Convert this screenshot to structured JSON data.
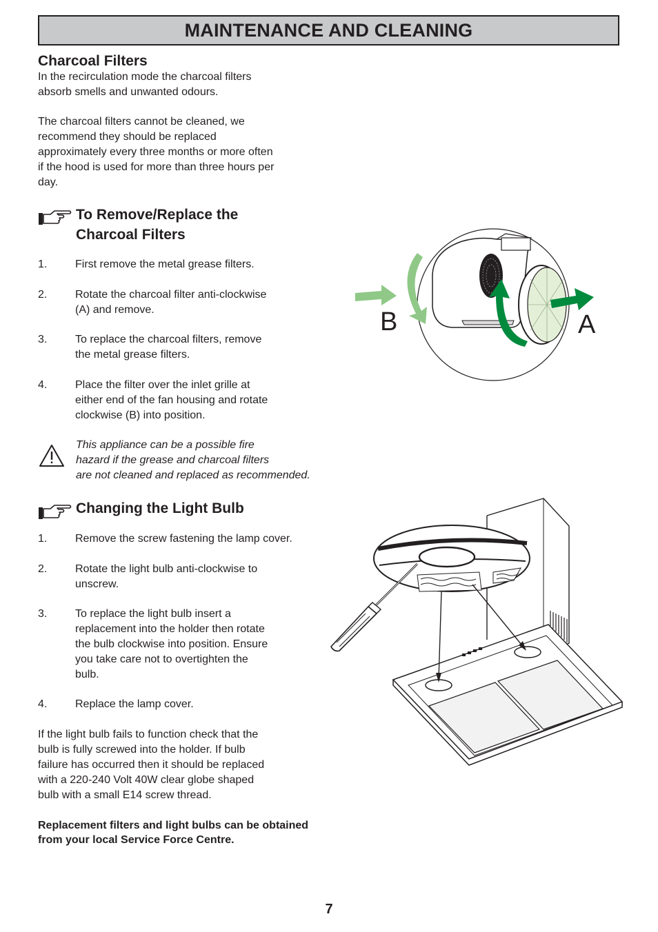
{
  "header": {
    "title": "MAINTENANCE AND CLEANING"
  },
  "charcoal": {
    "heading": "Charcoal Filters",
    "intro_lines": [
      "In the recirculation mode the charcoal filters",
      "absorb smells and unwanted odours."
    ],
    "replace_lines": [
      "The charcoal filters cannot be cleaned, we",
      "recommend they should be replaced",
      "approximately every three months or more often",
      "if the hood is used for more than three hours per",
      "day."
    ]
  },
  "remove": {
    "heading_lines": [
      "To Remove/Replace the",
      "Charcoal Filters"
    ],
    "steps": [
      {
        "num": "1.",
        "lines": [
          "First remove the metal grease filters."
        ]
      },
      {
        "num": "2.",
        "lines": [
          "Rotate the charcoal filter anti-clockwise",
          "(A) and remove."
        ]
      },
      {
        "num": "3.",
        "lines": [
          "To replace the charcoal filters, remove",
          "the metal grease filters."
        ]
      },
      {
        "num": "4.",
        "lines": [
          "Place the filter over the inlet grille at",
          "either end of the fan housing and rotate",
          "clockwise (B) into position."
        ]
      }
    ]
  },
  "warning": {
    "lines": [
      "This appliance can be a possible fire",
      "hazard if the grease and charcoal filters",
      "are not cleaned and replaced as recommended."
    ]
  },
  "bulb": {
    "heading": "Changing the Light Bulb",
    "steps": [
      {
        "num": "1.",
        "lines": [
          "Remove the screw fastening the lamp cover."
        ]
      },
      {
        "num": "2.",
        "lines": [
          "Rotate the light bulb anti-clockwise to",
          "unscrew."
        ]
      },
      {
        "num": "3.",
        "lines": [
          "To replace the light bulb insert a",
          "replacement into the holder then rotate",
          "the bulb clockwise into position. Ensure",
          "you take care not to overtighten the",
          "bulb."
        ]
      },
      {
        "num": "4.",
        "lines": [
          "Replace the lamp cover."
        ]
      }
    ],
    "note_lines": [
      "If the light bulb fails to function check that the",
      "bulb is fully screwed into the holder. If bulb",
      "failure has occurred then it should be replaced",
      "with a 220-240 Volt 40W clear globe shaped",
      "bulb with a small E14 screw thread."
    ],
    "bold_lines": [
      "Replacement filters and light bulbs can be obtained",
      "from your local Service Force Centre."
    ]
  },
  "figure1": {
    "label_b": "B",
    "label_a": "A",
    "arrow_color": "#8fc887",
    "dark_arrow_color": "#008a3e"
  },
  "page": {
    "number": "7"
  }
}
